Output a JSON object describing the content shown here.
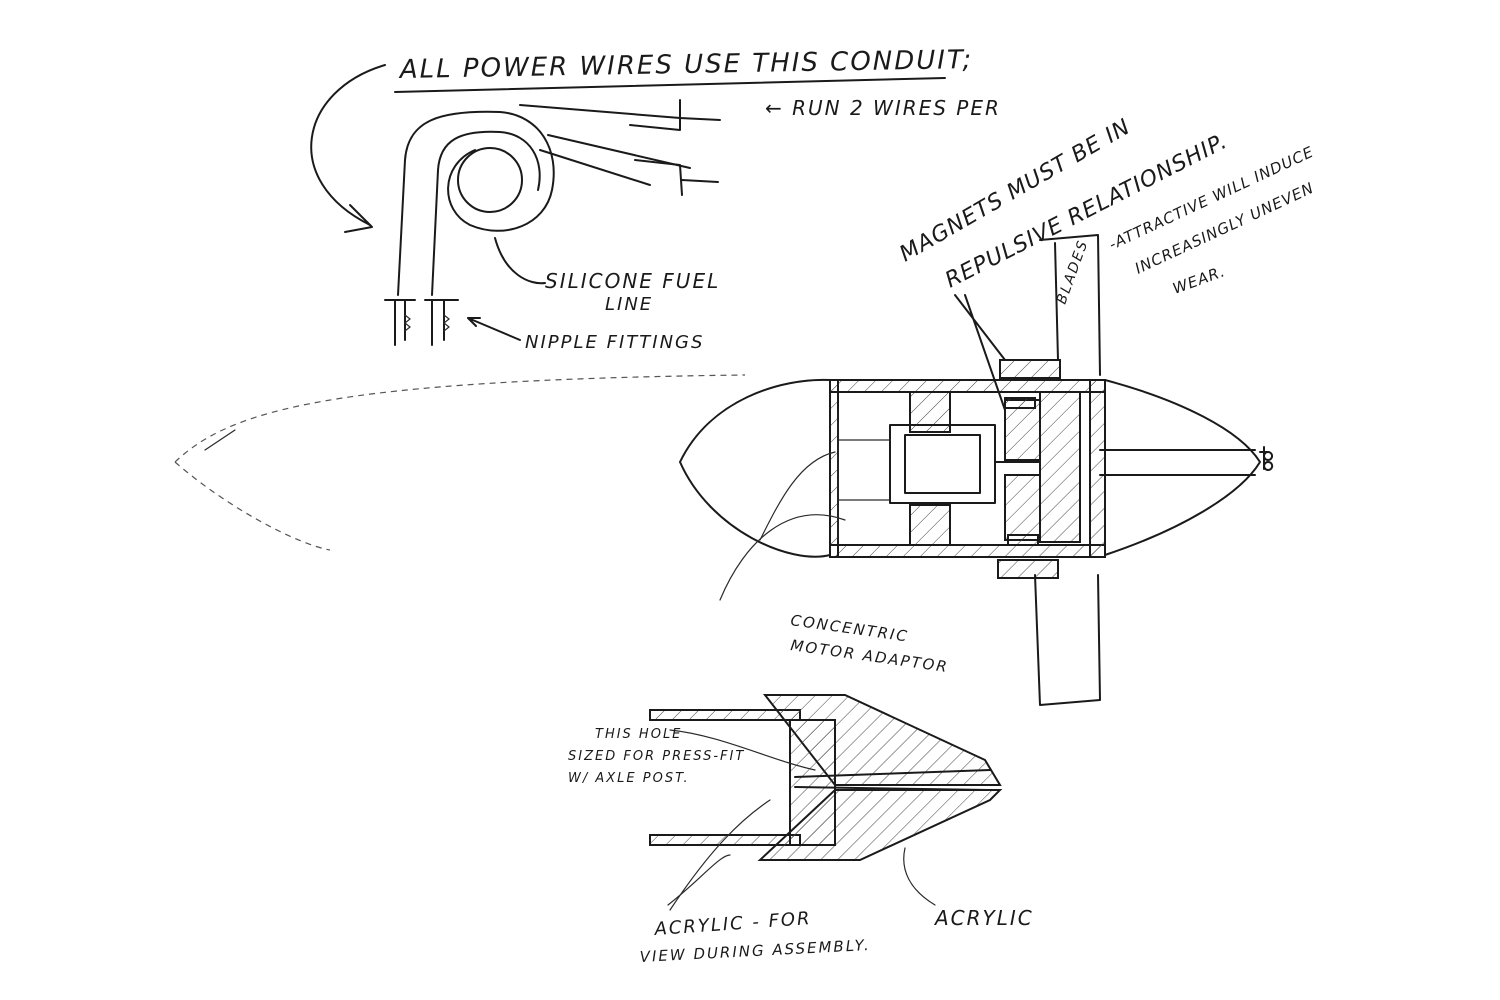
{
  "title": "ALL POWER WIRES USE THIS CONDUIT;",
  "labels": {
    "run_wires": "← RUN 2 WIRES PER",
    "silicone_1": "SILICONE FUEL",
    "silicone_2": "LINE",
    "nipple": "NIPPLE FITTINGS",
    "magnets_1": "MAGNETS MUST BE IN",
    "magnets_2": "REPULSIVE RELATIONSHIP.",
    "attractive_1": "-ATTRACTIVE WILL INDUCE",
    "attractive_2": "INCREASINGLY UNEVEN",
    "attractive_3": "WEAR.",
    "blades": "BLADES",
    "adaptor_1": "CONCENTRIC",
    "adaptor_2": "MOTOR ADAPTOR",
    "hole_1": "THIS HOLE",
    "hole_2": "SIZED FOR PRESS-FIT",
    "hole_3": "W/ AXLE POST.",
    "acrylic_view_1": "ACRYLIC - FOR",
    "acrylic_view_2": "VIEW DURING ASSEMBLY.",
    "acrylic": "ACRYLIC"
  }
}
